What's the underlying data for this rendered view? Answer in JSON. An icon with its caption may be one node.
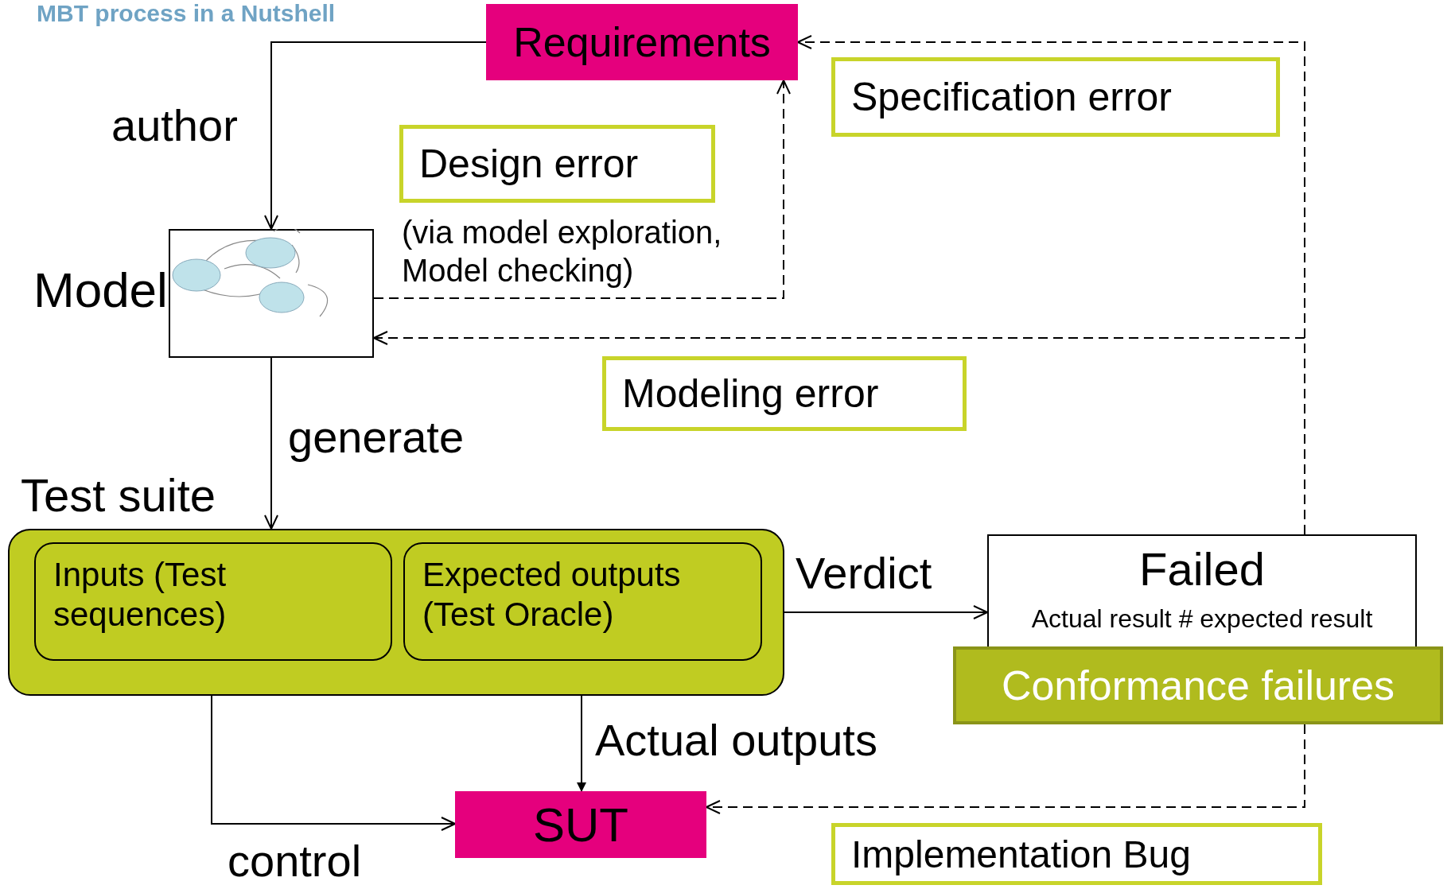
{
  "diagram": {
    "title": "MBT process in a Nutshell",
    "nodes": [
      {
        "text": [
          "Requirements"
        ]
      },
      {
        "text": [],
        "shape": "picture",
        "beside": [
          "Model"
        ]
      },
      {
        "text": [
          "Test suite"
        ]
      },
      {
        "text": [
          "Inputs (Test sequences)"
        ],
        "in": 2
      },
      {
        "text": [
          "Expected outputs (Test Oracle)"
        ],
        "in": 2
      },
      {
        "text": [
          "Failed",
          "Actual result # expected result"
        ]
      },
      {
        "text": [
          "Conformance failures"
        ]
      },
      {
        "text": [
          "SUT"
        ]
      },
      {
        "text": [
          "Specification error"
        ]
      },
      {
        "text": [
          "Design error"
        ],
        "beside": [
          "(via model exploration, Model checking)"
        ]
      },
      {
        "text": [
          "Modeling error"
        ]
      },
      {
        "text": [
          "Implementation Bug"
        ]
      }
    ],
    "edges": [
      {
        "from": 0,
        "to": 1,
        "arrow": "to",
        "label": "author"
      },
      {
        "from": 1,
        "to": 2,
        "arrow": "to",
        "label": "generate"
      },
      {
        "from": 2,
        "to": 5,
        "arrow": "to",
        "label": "Verdict"
      },
      {
        "from": 3,
        "to": 7,
        "arrow": "to",
        "label": "control"
      },
      {
        "from": 4,
        "to": 7,
        "arrow": "both",
        "label": "Actual outputs"
      },
      {
        "from": 1,
        "to": 0,
        "arrow": "to",
        "style": "dashed"
      },
      {
        "from": 5,
        "to": 0,
        "arrow": "to",
        "style": "dashed"
      },
      {
        "from": 5,
        "to": 1,
        "arrow": "to",
        "style": "dashed"
      },
      {
        "from": 6,
        "to": 7,
        "arrow": "to",
        "style": "dashed"
      }
    ]
  }
}
